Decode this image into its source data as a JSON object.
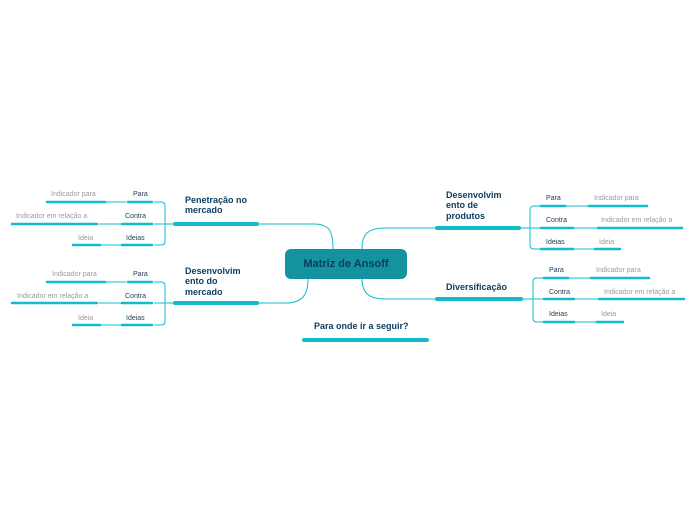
{
  "root": {
    "label": "Matriz de Ansoff"
  },
  "branches": {
    "penetracao": {
      "title": "Penetração no mercado",
      "para": "Para",
      "para_leaf": "Indicador para",
      "contra": "Contra",
      "contra_leaf": "Indicador em relação a",
      "ideias": "Ideias",
      "ideias_leaf": "Ideia"
    },
    "desenv_mercado": {
      "title": "Desenvolvim ento do mercado",
      "para": "Para",
      "para_leaf": "Indicador para",
      "contra": "Contra",
      "contra_leaf": "Indicador em relação a",
      "ideias": "Ideias",
      "ideias_leaf": "Ideia"
    },
    "desenv_produtos": {
      "title": "Desenvolvim ento de produtos",
      "para": "Para",
      "para_leaf": "Indicador para",
      "contra": "Contra",
      "contra_leaf": "Indicador em relação a",
      "ideias": "Ideias",
      "ideias_leaf": "Ideia"
    },
    "diversificacao": {
      "title": "Diversificação",
      "para": "Para",
      "para_leaf": "Indicador para",
      "contra": "Contra",
      "contra_leaf": "Indicador em relação a",
      "ideias": "Ideias",
      "ideias_leaf": "Ideia"
    }
  },
  "next": {
    "label": "Para onde ir a seguir?"
  },
  "colors": {
    "accent": "#12bccb",
    "root_fill": "#13939f",
    "text_dark": "#0b3c5d",
    "leaf_text": "#9a9a9a"
  }
}
